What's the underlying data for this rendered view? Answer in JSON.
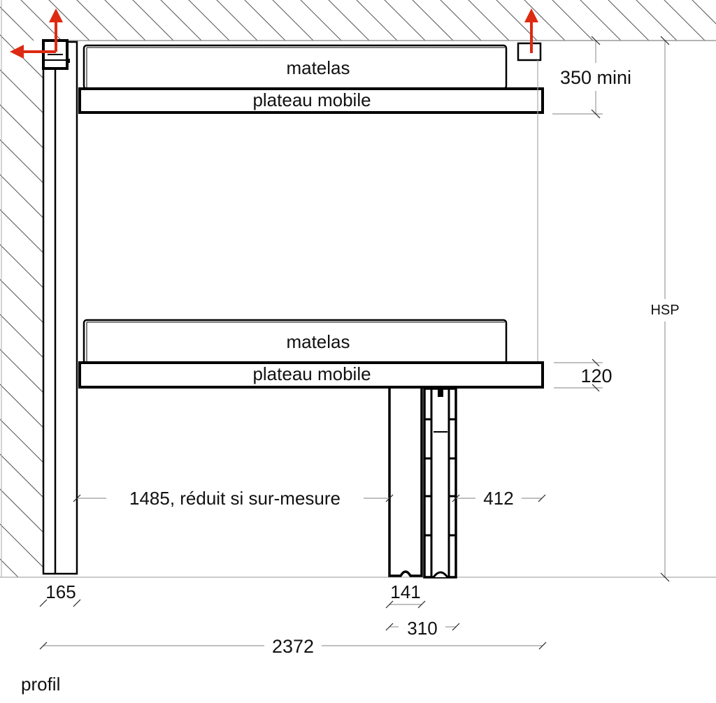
{
  "drawing": {
    "view_label": "profil",
    "upper_bunk": {
      "mattress_label": "matelas",
      "board_label": "plateau mobile"
    },
    "lower_bunk": {
      "mattress_label": "matelas",
      "board_label": "plateau mobile"
    },
    "dimensions": {
      "top_clearance": "350 mini",
      "board_thickness": "120",
      "ceiling_height": "HSP",
      "post_width": "165",
      "clear_span": "1485, réduit si sur-mesure",
      "leg_depth": "412",
      "leg_width": "141",
      "leg_total_width": "310",
      "overall_length": "2372"
    },
    "colors": {
      "arrow": "#dd2a12",
      "lines": "#000000",
      "dimension_lines": "#9a9a9a"
    }
  }
}
